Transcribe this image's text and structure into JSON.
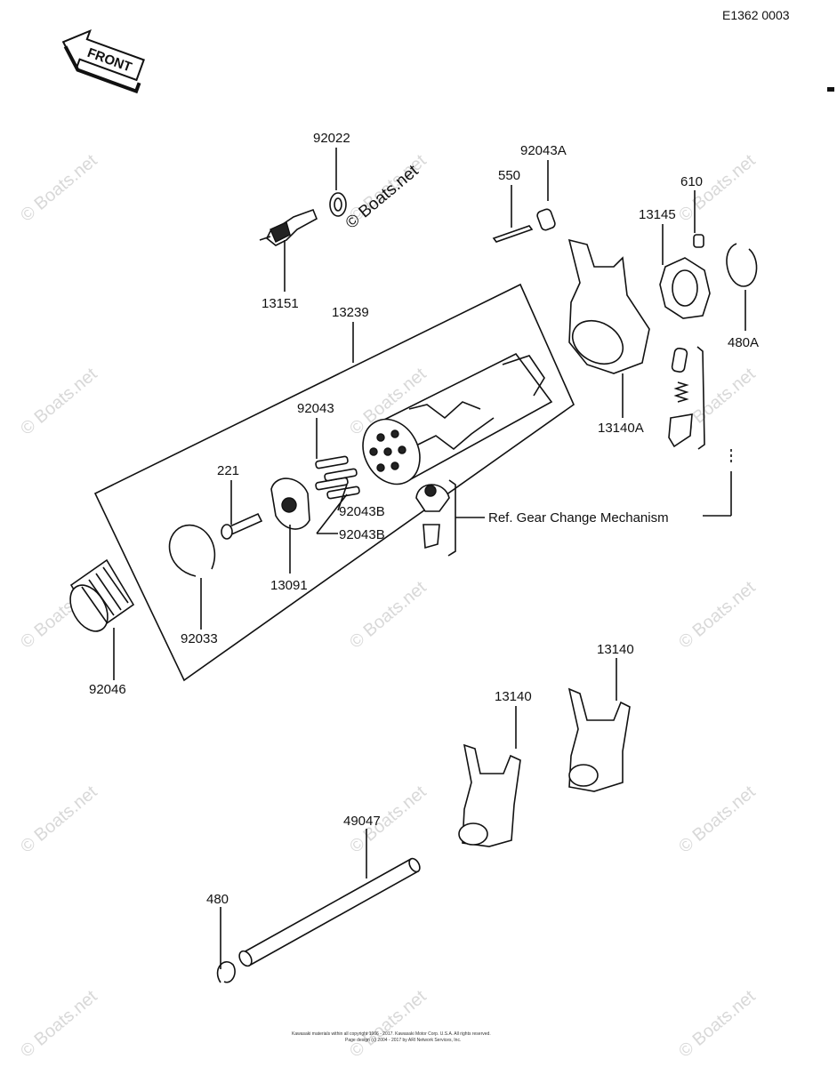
{
  "header": {
    "code": "E1362 0003",
    "front_label": "FRONT"
  },
  "labels": {
    "p92022": "92022",
    "p13151": "13151",
    "p13239": "13239",
    "p92043A": "92043A",
    "p550": "550",
    "p610": "610",
    "p13145": "13145",
    "p480A": "480A",
    "p13140A": "13140A",
    "p92043": "92043",
    "p221": "221",
    "p92043B_1": "92043B",
    "p92043B_2": "92043B",
    "p13091": "13091",
    "p92033": "92033",
    "p92046": "92046",
    "p13140_1": "13140",
    "p13140_2": "13140",
    "p49047": "49047",
    "p480": "480",
    "ref": "Ref.  Gear Change Mechanism"
  },
  "watermark": "© Boats.net",
  "footer": {
    "line1": "Kawasaki materials within all copyright 1966 - 2017.  Kawasaki Motor Corp. U.S.A.   All rights reserved.",
    "line2": "Page design (c) 2004 - 2017 by ARI Network Services, Inc."
  }
}
